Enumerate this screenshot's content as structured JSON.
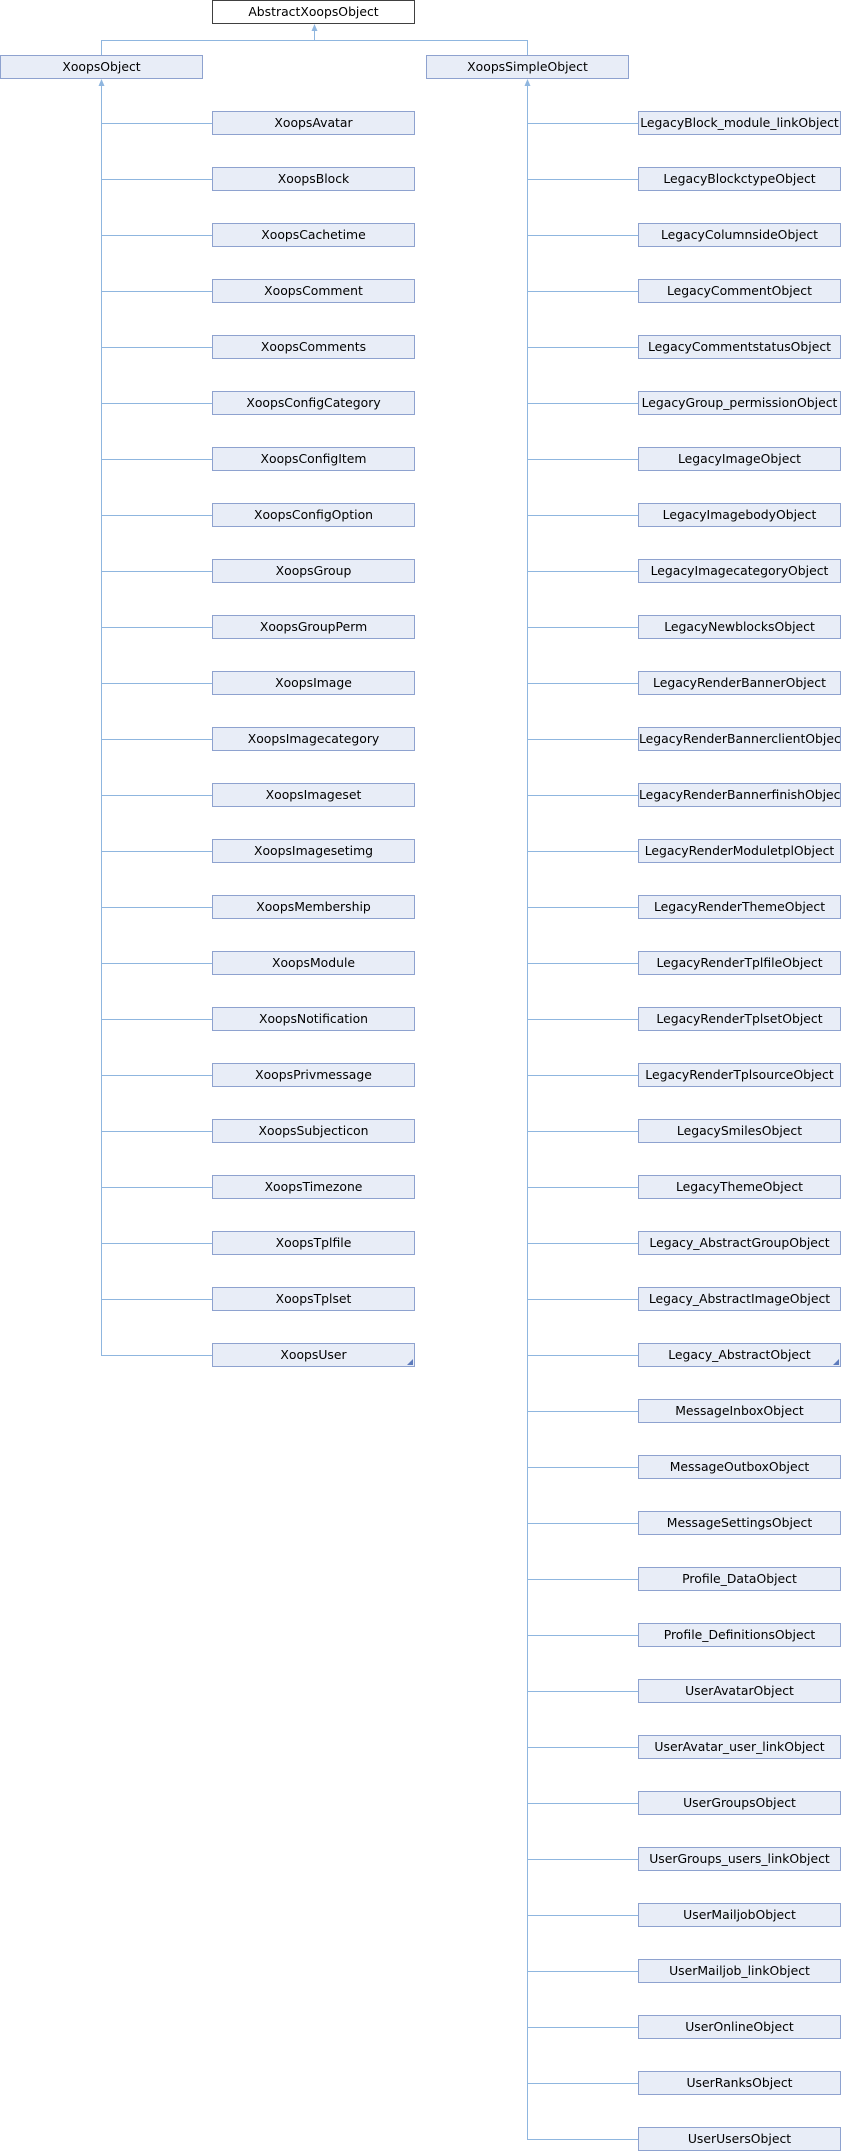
{
  "root": {
    "label": "AbstractXoopsObject"
  },
  "left": {
    "parent": {
      "label": "XoopsObject"
    },
    "children": [
      {
        "label": "XoopsAvatar"
      },
      {
        "label": "XoopsBlock"
      },
      {
        "label": "XoopsCachetime"
      },
      {
        "label": "XoopsComment"
      },
      {
        "label": "XoopsComments"
      },
      {
        "label": "XoopsConfigCategory"
      },
      {
        "label": "XoopsConfigItem"
      },
      {
        "label": "XoopsConfigOption"
      },
      {
        "label": "XoopsGroup"
      },
      {
        "label": "XoopsGroupPerm"
      },
      {
        "label": "XoopsImage"
      },
      {
        "label": "XoopsImagecategory"
      },
      {
        "label": "XoopsImageset"
      },
      {
        "label": "XoopsImagesetimg"
      },
      {
        "label": "XoopsMembership"
      },
      {
        "label": "XoopsModule"
      },
      {
        "label": "XoopsNotification"
      },
      {
        "label": "XoopsPrivmessage"
      },
      {
        "label": "XoopsSubjecticon"
      },
      {
        "label": "XoopsTimezone"
      },
      {
        "label": "XoopsTplfile"
      },
      {
        "label": "XoopsTplset"
      },
      {
        "label": "XoopsUser",
        "has_children": true
      }
    ]
  },
  "right": {
    "parent": {
      "label": "XoopsSimpleObject"
    },
    "children": [
      {
        "label": "LegacyBlock_module_linkObject"
      },
      {
        "label": "LegacyBlockctypeObject"
      },
      {
        "label": "LegacyColumnsideObject"
      },
      {
        "label": "LegacyCommentObject"
      },
      {
        "label": "LegacyCommentstatusObject"
      },
      {
        "label": "LegacyGroup_permissionObject"
      },
      {
        "label": "LegacyImageObject"
      },
      {
        "label": "LegacyImagebodyObject"
      },
      {
        "label": "LegacyImagecategoryObject"
      },
      {
        "label": "LegacyNewblocksObject"
      },
      {
        "label": "LegacyRenderBannerObject"
      },
      {
        "label": "LegacyRenderBannerclientObject"
      },
      {
        "label": "LegacyRenderBannerfinishObject"
      },
      {
        "label": "LegacyRenderModuletplObject"
      },
      {
        "label": "LegacyRenderThemeObject"
      },
      {
        "label": "LegacyRenderTplfileObject"
      },
      {
        "label": "LegacyRenderTplsetObject"
      },
      {
        "label": "LegacyRenderTplsourceObject"
      },
      {
        "label": "LegacySmilesObject"
      },
      {
        "label": "LegacyThemeObject"
      },
      {
        "label": "Legacy_AbstractGroupObject"
      },
      {
        "label": "Legacy_AbstractImageObject"
      },
      {
        "label": "Legacy_AbstractObject",
        "has_children": true
      },
      {
        "label": "MessageInboxObject"
      },
      {
        "label": "MessageOutboxObject"
      },
      {
        "label": "MessageSettingsObject"
      },
      {
        "label": "Profile_DataObject"
      },
      {
        "label": "Profile_DefinitionsObject"
      },
      {
        "label": "UserAvatarObject"
      },
      {
        "label": "UserAvatar_user_linkObject"
      },
      {
        "label": "UserGroupsObject"
      },
      {
        "label": "UserGroups_users_linkObject"
      },
      {
        "label": "UserMailjobObject"
      },
      {
        "label": "UserMailjob_linkObject"
      },
      {
        "label": "UserOnlineObject"
      },
      {
        "label": "UserRanksObject"
      },
      {
        "label": "UserUsersObject"
      }
    ]
  },
  "colors": {
    "line": "#8fb6df",
    "box_fill": "#e8edf7",
    "box_border": "#8ea2cf",
    "root_border": "#404040"
  }
}
